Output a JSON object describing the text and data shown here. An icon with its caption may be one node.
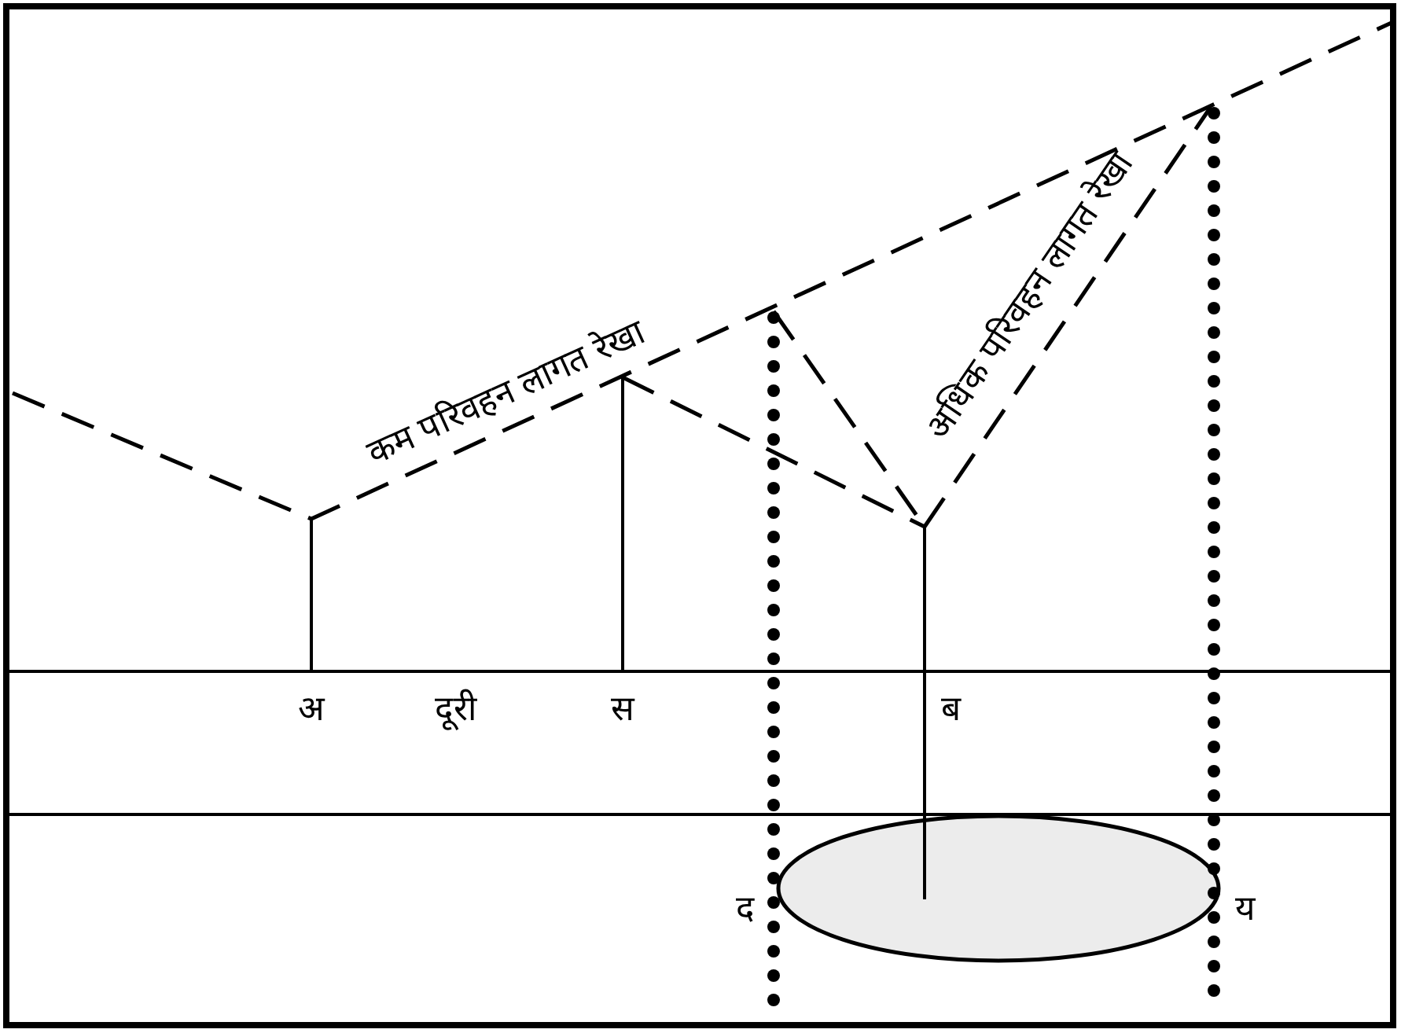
{
  "diagram": {
    "nodes": [
      {
        "text": [],
        "shape": "ellipse"
      }
    ],
    "labels": [
      "कम परिवहन लागत रेखा",
      "अधिक परिवहन लागत रेखा",
      "अ",
      "दूरी",
      "स",
      "ब",
      "द",
      "य"
    ]
  }
}
